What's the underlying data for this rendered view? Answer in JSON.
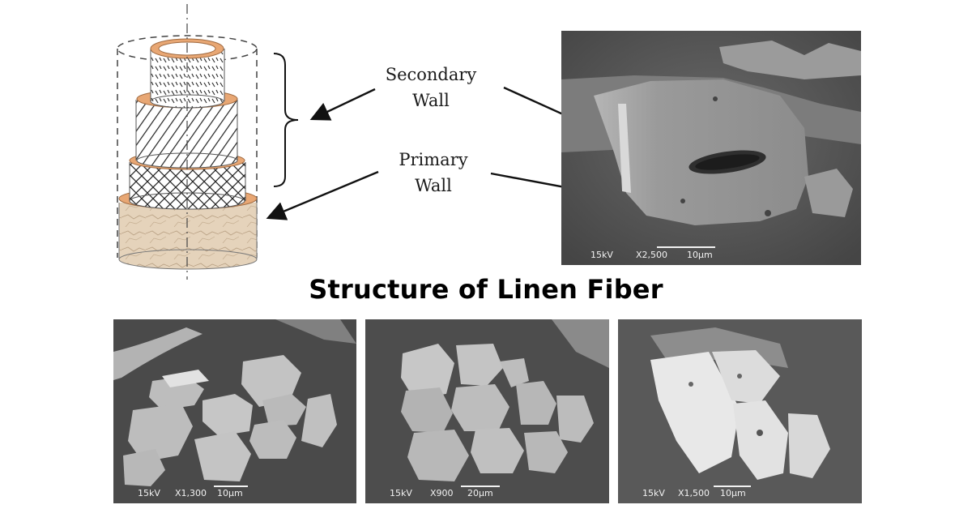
{
  "title": "Structure of Linen Fiber",
  "labels": {
    "secondary_line1": "Secondary",
    "secondary_line2": "Wall",
    "primary_line1": "Primary",
    "primary_line2": "Wall"
  },
  "micrographs": {
    "top": {
      "voltage": "15kV",
      "magnification": "X2,500",
      "scale": "10µm"
    },
    "bottom_left": {
      "voltage": "15kV",
      "magnification": "X1,300",
      "scale": "10µm"
    },
    "bottom_middle": {
      "voltage": "15kV",
      "magnification": "X900",
      "scale": "20µm"
    },
    "bottom_right": {
      "voltage": "15kV",
      "magnification": "X1,500",
      "scale": "10µm"
    }
  },
  "colors": {
    "wall_ring": "#E8A774",
    "base_texture": "#E5D3BB",
    "sem_background": "#5a5a5a",
    "fiber_light": "#cfcfcf"
  }
}
